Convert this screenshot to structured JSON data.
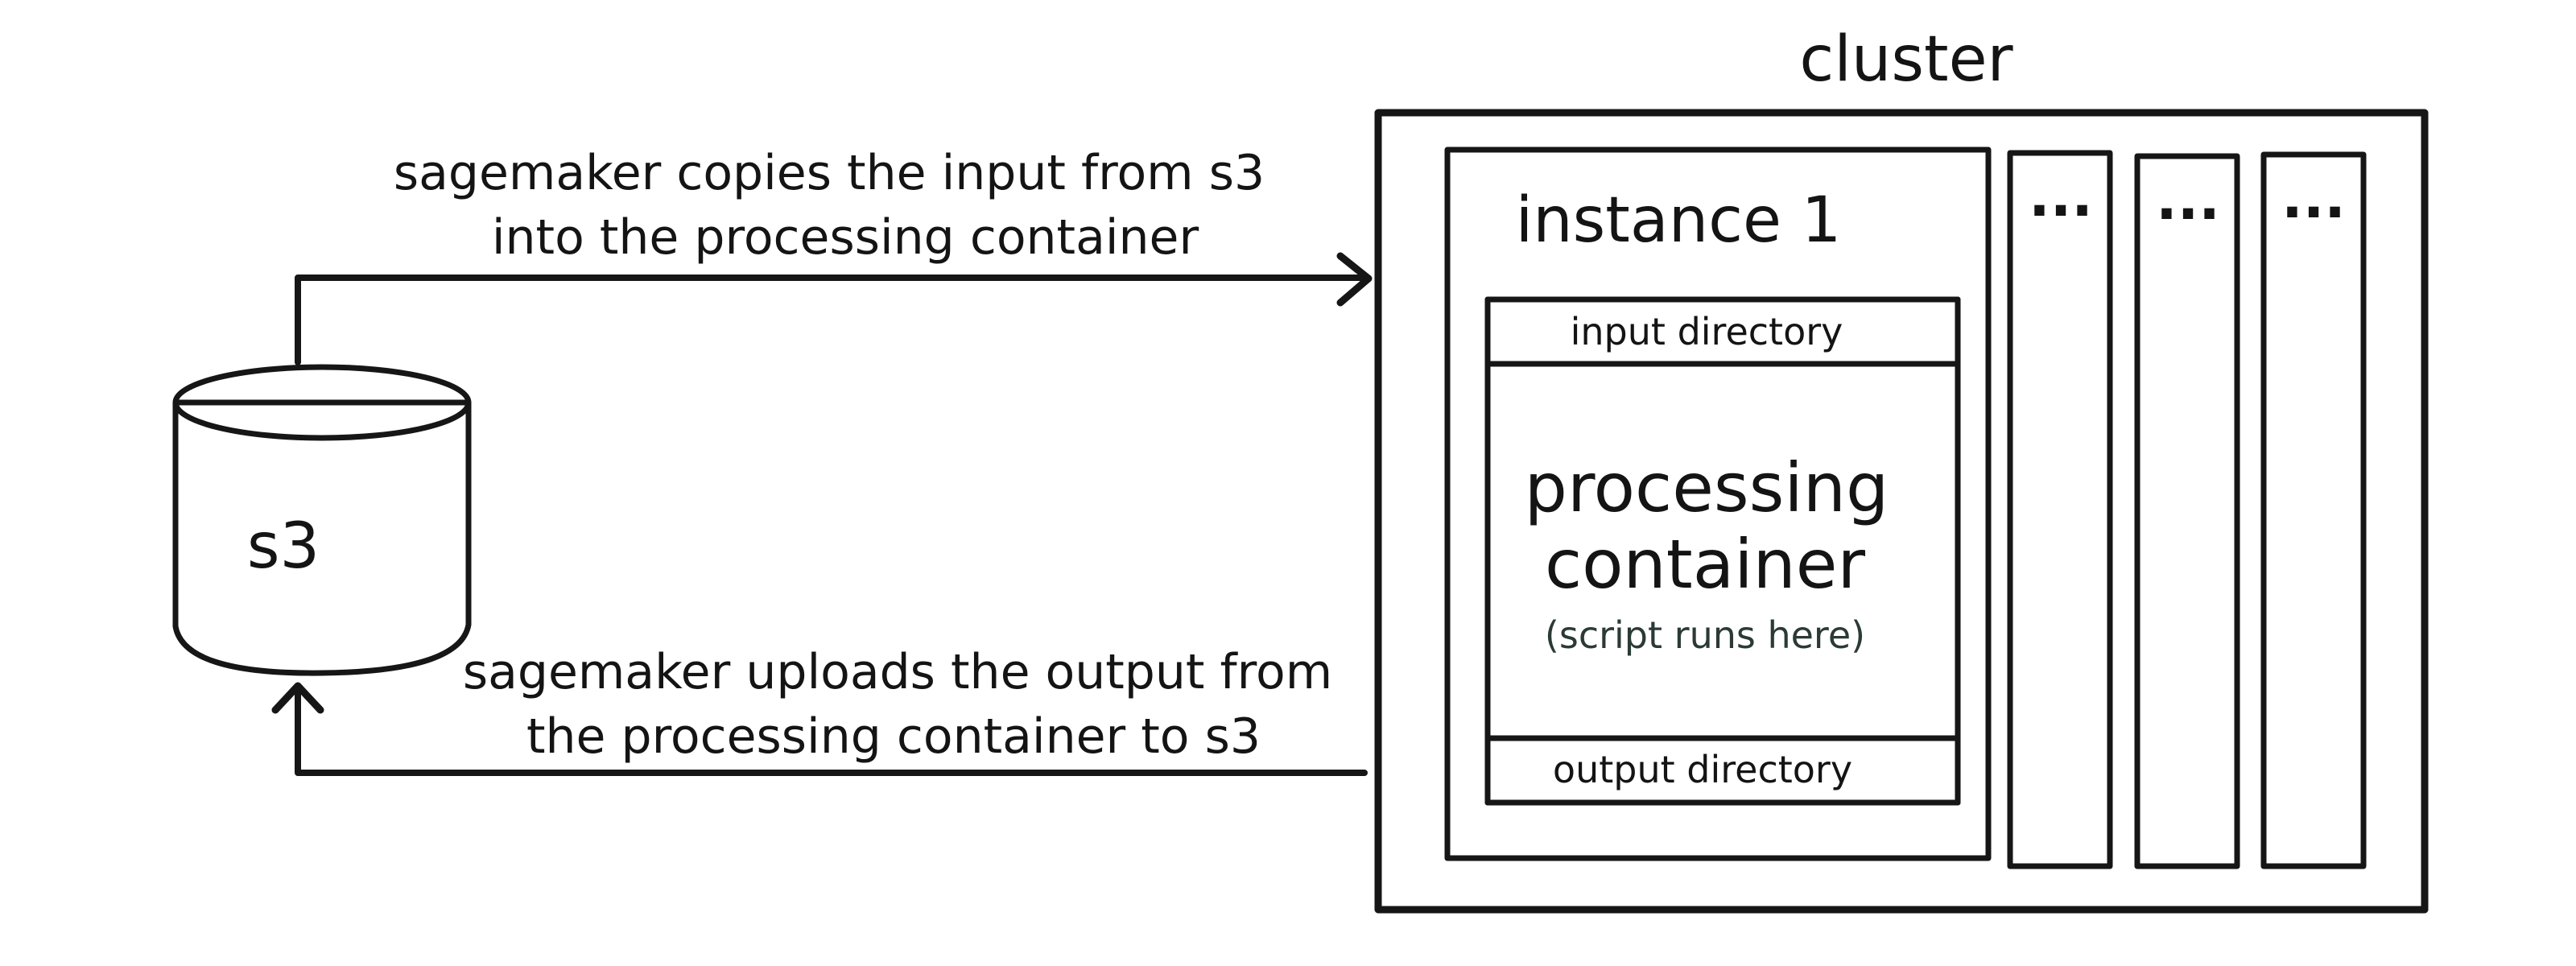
{
  "cluster": {
    "label": "cluster",
    "instance_label": "instance 1",
    "extra_instances": [
      "...",
      "...",
      "..."
    ]
  },
  "container": {
    "title_line1": "processing",
    "title_line2": "container",
    "note": "(script runs here)",
    "input_label": "input directory",
    "output_label": "output directory"
  },
  "storage": {
    "label": "s3"
  },
  "arrows": {
    "input_line1": "sagemaker copies the input from s3",
    "input_line2": "into the processing container",
    "output_line1": "sagemaker uploads the output from",
    "output_line2": "the processing container to s3"
  },
  "colors": {
    "cluster_bg": "#5f6f6f",
    "instance_bg": "#fde3a4",
    "container_bg": "#72cfb9",
    "directory_bg": "#2e7d66",
    "s3_body": "#b96a6a",
    "ink": "#161616"
  }
}
